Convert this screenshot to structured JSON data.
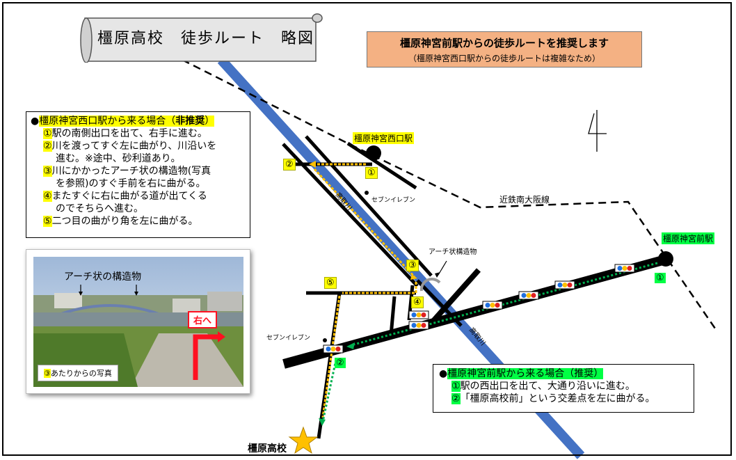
{
  "title": "橿原高校　徒歩ルート　略図",
  "recommendation": {
    "main": "橿原神宮前駅からの徒歩ルートを推奨します",
    "sub": "（橿原神宮西口駅からの徒歩ルートは複雑なため）"
  },
  "west_route": {
    "header_prefix": "●",
    "header": "橿原神宮西口駅から来る場合（",
    "header_bold": "非推奨",
    "header_end": "）",
    "steps": [
      {
        "num": "①",
        "text": "駅の南側出口を出て、右手に進む。"
      },
      {
        "num": "②",
        "text": "川を渡ってすぐ左に曲がり、川沿いを"
      },
      {
        "num": "",
        "text": "進む。※途中、砂利道あり。"
      },
      {
        "num": "③",
        "text": "川にかかったアーチ状の構造物(写真"
      },
      {
        "num": "",
        "text": "を参照)のすぐ手前を右に曲がる。"
      },
      {
        "num": "④",
        "text": "またすぐに右に曲がる道が出てくる"
      },
      {
        "num": "",
        "text": "のでそちらへ進む。"
      },
      {
        "num": "⑤",
        "text": "二つ目の曲がり角を左に曲がる。"
      }
    ]
  },
  "east_route": {
    "header_prefix": "●",
    "header": "橿原神宮前駅から来る場合（推奨）",
    "steps": [
      {
        "num": "①",
        "text": "駅の西出口を出て、大通り沿いに進む。"
      },
      {
        "num": "②",
        "text": "「橿原高校前」という交差点を左に曲がる。"
      }
    ]
  },
  "photo": {
    "arch_label": "アーチ状の構造物",
    "arrow_label": "右へ",
    "caption_num": "③",
    "caption": "あたりからの写真"
  },
  "map_labels": {
    "west_station": "橿原神宮西口駅",
    "east_station": "橿原神宮前駅",
    "railway": "近鉄南大阪線",
    "river_north": "高取川",
    "river_south": "高取川",
    "seven_eleven_1": "セブンイレブン",
    "seven_eleven_2": "セブンイレブン",
    "arch_structure": "アーチ状構造物",
    "school": "橿原高校"
  },
  "markers": {
    "w1": "①",
    "w2": "②",
    "w3": "③",
    "w4": "④",
    "w5": "⑤",
    "e1": "①",
    "e2": "②"
  },
  "colors": {
    "river": "#4472c4",
    "road": "#000000",
    "west_route": "#ffc000",
    "east_route": "#00b050",
    "rec_box": "#f4b183",
    "highlight_yellow": "#ffff00",
    "highlight_green": "#00ff44",
    "star": "#ffc000"
  },
  "icons": [
    "compass-north-icon",
    "star-icon",
    "traffic-signal-icon",
    "station-icon"
  ]
}
